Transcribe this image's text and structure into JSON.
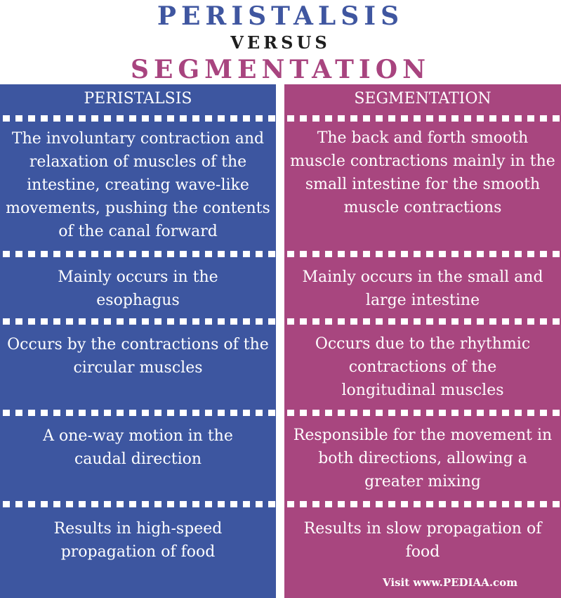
{
  "title": {
    "line1": "PERISTALSIS",
    "line2": "VERSUS",
    "line3": "SEGMENTATION"
  },
  "columns": {
    "left_heading": "PERISTALSIS",
    "right_heading": "SEGMENTATION"
  },
  "rows": [
    {
      "peristalsis": "The involuntary contraction and relaxation of muscles of the intestine, creating wave-like movements, pushing the contents of the canal forward",
      "segmentation": "The back and forth smooth muscle contractions mainly in the small intestine for the smooth muscle contractions"
    },
    {
      "peristalsis": "Mainly occurs in the esophagus",
      "segmentation": "Mainly occurs in the small and large intestine"
    },
    {
      "peristalsis": "Occurs by the contractions of the circular muscles",
      "segmentation": "Occurs due to the rhythmic contractions of the longitudinal muscles"
    },
    {
      "peristalsis": "A one-way motion in the caudal direction",
      "segmentation": "Responsible for the movement in both directions, allowing a greater mixing"
    },
    {
      "peristalsis": "Results in high-speed propagation of food",
      "segmentation": "Results in slow propagation of food"
    }
  ],
  "credit": "Visit www.PEDIAA.com",
  "colors": {
    "peristalsis": "#3d56a0",
    "segmentation": "#a8467f",
    "versus": "#1e1e1e"
  }
}
